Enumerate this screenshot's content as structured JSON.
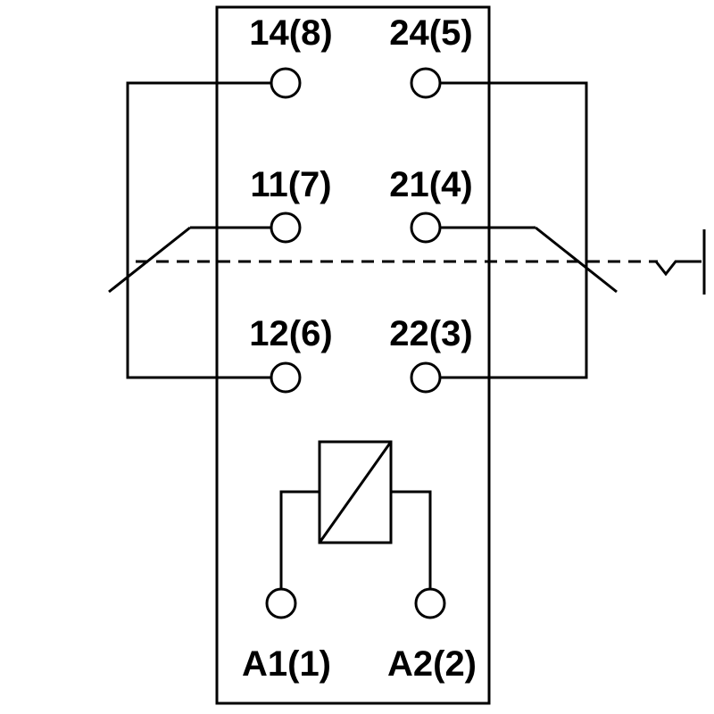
{
  "diagram": {
    "colors": {
      "line": "#000000",
      "background": "#ffffff"
    },
    "terminals": {
      "t14": "14(8)",
      "t24": "24(5)",
      "t11": "11(7)",
      "t21": "21(4)",
      "t12": "12(6)",
      "t22": "22(3)",
      "a1": "A1(1)",
      "a2": "A2(2)"
    }
  }
}
